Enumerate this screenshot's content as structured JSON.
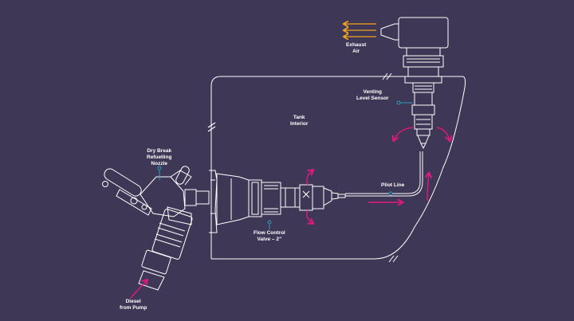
{
  "colors": {
    "background": "#3f3756",
    "line": "#ffffff",
    "callout": "#2aa6c8",
    "flow_arrow": "#e0197d",
    "exhaust_arrow": "#f4a51c"
  },
  "labels": {
    "exhaust_air": [
      "Exhaust",
      "Air"
    ],
    "venting_level_sensor": [
      "Venting",
      "Level Sensor"
    ],
    "tank_interior": [
      "Tank",
      "Interior"
    ],
    "dry_break_nozzle": [
      "Dry Break",
      "Refuelling",
      "Nozzle"
    ],
    "pilot_line": [
      "Pilot Line"
    ],
    "flow_control_valve": [
      "Flow Control",
      "Valve – 2”"
    ],
    "diesel_from_pump": [
      "Diesel",
      "from Pump"
    ]
  }
}
